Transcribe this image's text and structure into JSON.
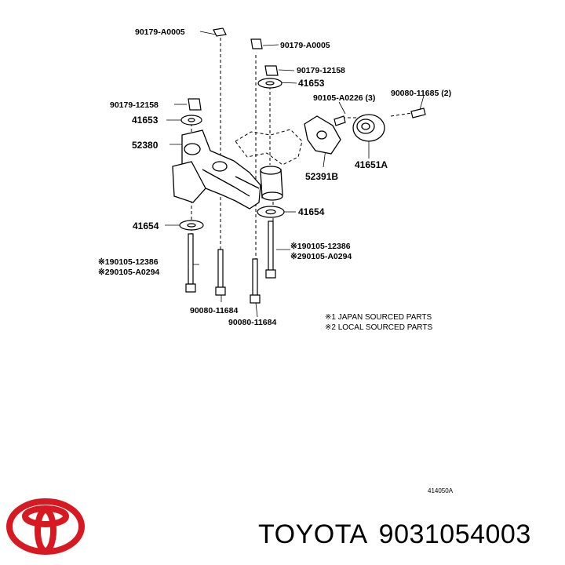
{
  "labels": {
    "p1": "90179-A0005",
    "p2": "90179-A0005",
    "p3": "90179-12158",
    "p4": "41653",
    "p5": "90179-12158",
    "p6": "41653",
    "p7": "90105-A0226 (3)",
    "p8": "90080-11685 (2)",
    "p9": "52380",
    "p10": "52391B",
    "p11": "41651A",
    "p12": "41654",
    "p13": "41654",
    "p14": "※190105-12386",
    "p15": "※290105-A0294",
    "p16": "※190105-12386",
    "p17": "※290105-A0294",
    "p18": "90080-11684",
    "p19": "90080-11684"
  },
  "notes": {
    "n1": "※1 JAPAN SOURCED PARTS",
    "n2": "※2 LOCAL SOURCED PARTS"
  },
  "diagram_code": "414050A",
  "footer": {
    "brand": "TOYOTA",
    "part_number": "9031054003"
  },
  "colors": {
    "logo_red": "#d71921",
    "ink": "#000000"
  }
}
